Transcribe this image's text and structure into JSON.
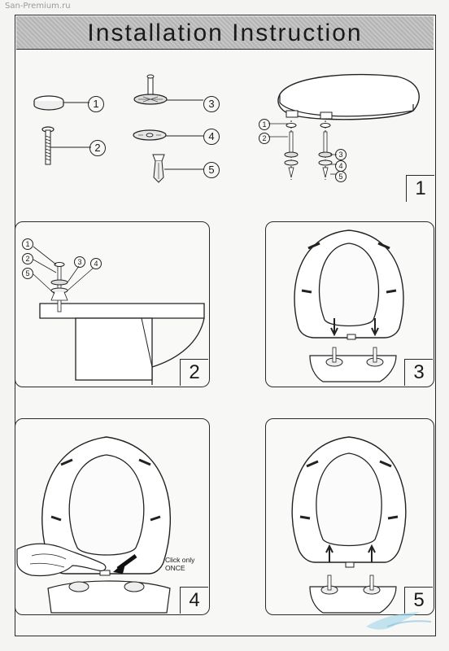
{
  "watermark": "San-Premium.ru",
  "title": "Installation Instruction",
  "parts": [
    "1",
    "2",
    "3",
    "4",
    "5"
  ],
  "panels": {
    "p1": {
      "number": "1"
    },
    "p2": {
      "number": "2"
    },
    "p3": {
      "number": "3"
    },
    "p4": {
      "number": "4",
      "note_line1": "Click only",
      "note_line2": "ONCE"
    },
    "p5": {
      "number": "5"
    }
  }
}
